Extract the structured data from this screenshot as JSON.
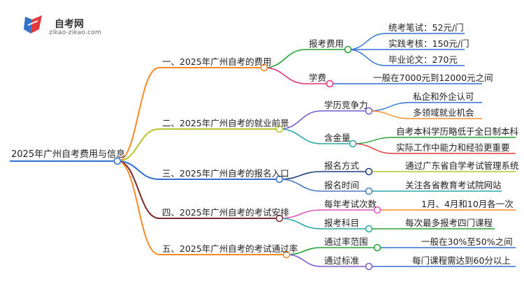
{
  "logo": {
    "title": "自考网",
    "subtitle": "zikao-zikao.com"
  },
  "root": {
    "label": "2025年广州自考费用与信息"
  },
  "branches": [
    {
      "label": "一、2025年广州自考的费用",
      "color": "#ff8a24",
      "children": [
        {
          "label": "报考费用",
          "color": "#25a236",
          "leaves": [
            {
              "label": "统考笔试：52元/门",
              "color": "#2f6fd6"
            },
            {
              "label": "实践考核：150元/门",
              "color": "#2f6fd6"
            },
            {
              "label": "毕业论文：270元",
              "color": "#2f6fd6"
            }
          ]
        },
        {
          "label": "学费",
          "color": "#e0377a",
          "leaves": [
            {
              "label": "一般在7000元到12000元之间",
              "color": "#2f6fd6"
            }
          ]
        }
      ]
    },
    {
      "label": "二、2025年广州自考的就业前景",
      "color": "#b9c52c",
      "children": [
        {
          "label": "学历竞争力",
          "color": "#7a5ad0",
          "leaves": [
            {
              "label": "私企和外企认可",
              "color": "#2f6fd6"
            },
            {
              "label": "多领域就业机会",
              "color": "#ff8a24"
            }
          ]
        },
        {
          "label": "含金量",
          "color": "#2aa8a6",
          "leaves": [
            {
              "label": "自考本科学历略低于全日制本科",
              "color": "#25a236"
            },
            {
              "label": "实际工作中能力和经验更重要",
              "color": "#e03838"
            }
          ]
        }
      ]
    },
    {
      "label": "三、2025年广州自考的报名入口",
      "color": "#2f6fd6",
      "children": [
        {
          "label": "报名方式",
          "color": "#1e3f7a",
          "leaves": [
            {
              "label": "通过广东省自学考试管理系统",
              "color": "#b9c52c"
            }
          ]
        },
        {
          "label": "报名时间",
          "color": "#4a78c8",
          "leaves": [
            {
              "label": "关注各省教育考试院网站",
              "color": "#2aa8a6"
            }
          ]
        }
      ]
    },
    {
      "label": "四、2025年广州自考的考试安排",
      "color": "#7a2a2a",
      "children": [
        {
          "label": "每年考试次数",
          "color": "#e055b8",
          "leaves": [
            {
              "label": "1月、4月和10月各一次",
              "color": "#ff8a24"
            }
          ]
        },
        {
          "label": "报考科目",
          "color": "#2aa8a6",
          "leaves": [
            {
              "label": "每次最多报考四门课程",
              "color": "#25a236"
            }
          ]
        }
      ]
    },
    {
      "label": "五、2025年广州自考的考试通过率",
      "color": "#ff8a24",
      "children": [
        {
          "label": "通过率范围",
          "color": "#25a236",
          "leaves": [
            {
              "label": "一般在30%至50%之间",
              "color": "#2f6fd6"
            }
          ]
        },
        {
          "label": "通过标准",
          "color": "#7a5ad0",
          "leaves": [
            {
              "label": "每门课程需达到60分以上",
              "color": "#2f6fd6"
            }
          ]
        }
      ]
    }
  ]
}
